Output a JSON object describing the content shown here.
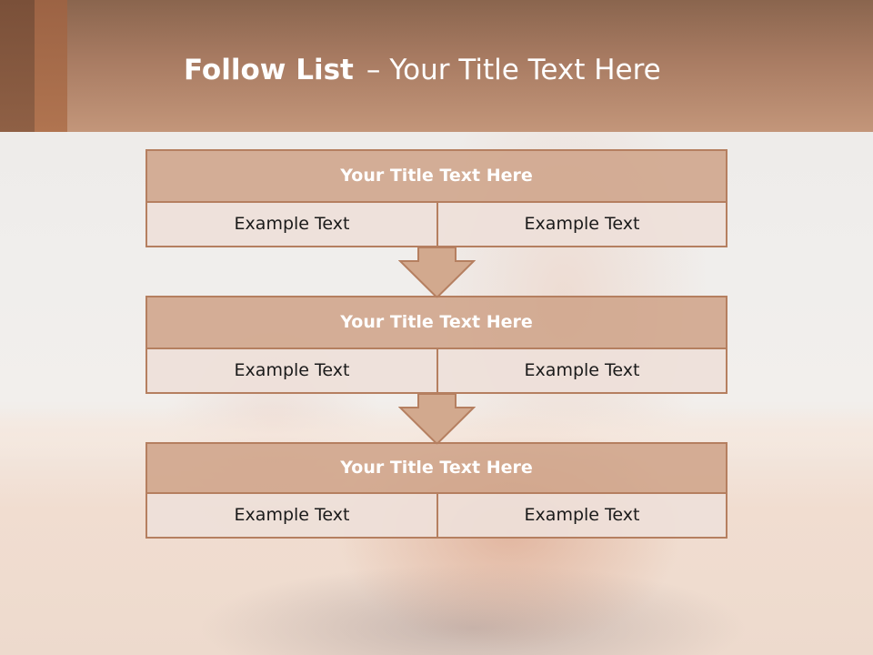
{
  "header": {
    "title_bold": "Follow List",
    "title_separator": "–",
    "title_rest": "Your Title Text Here"
  },
  "flow": {
    "blocks": [
      {
        "title": "Your Title Text Here",
        "left_text": "Example Text",
        "right_text": "Example Text"
      },
      {
        "title": "Your Title Text Here",
        "left_text": "Example Text",
        "right_text": "Example Text"
      },
      {
        "title": "Your Title Text Here",
        "left_text": "Example Text",
        "right_text": "Example Text"
      }
    ]
  },
  "colors": {
    "header_brown": "#a87b62",
    "block_title_fill": "#cfa48a",
    "block_cell_fill": "#eee0d9",
    "border": "#b57f60",
    "arrow_fill": "#d2a98e"
  }
}
